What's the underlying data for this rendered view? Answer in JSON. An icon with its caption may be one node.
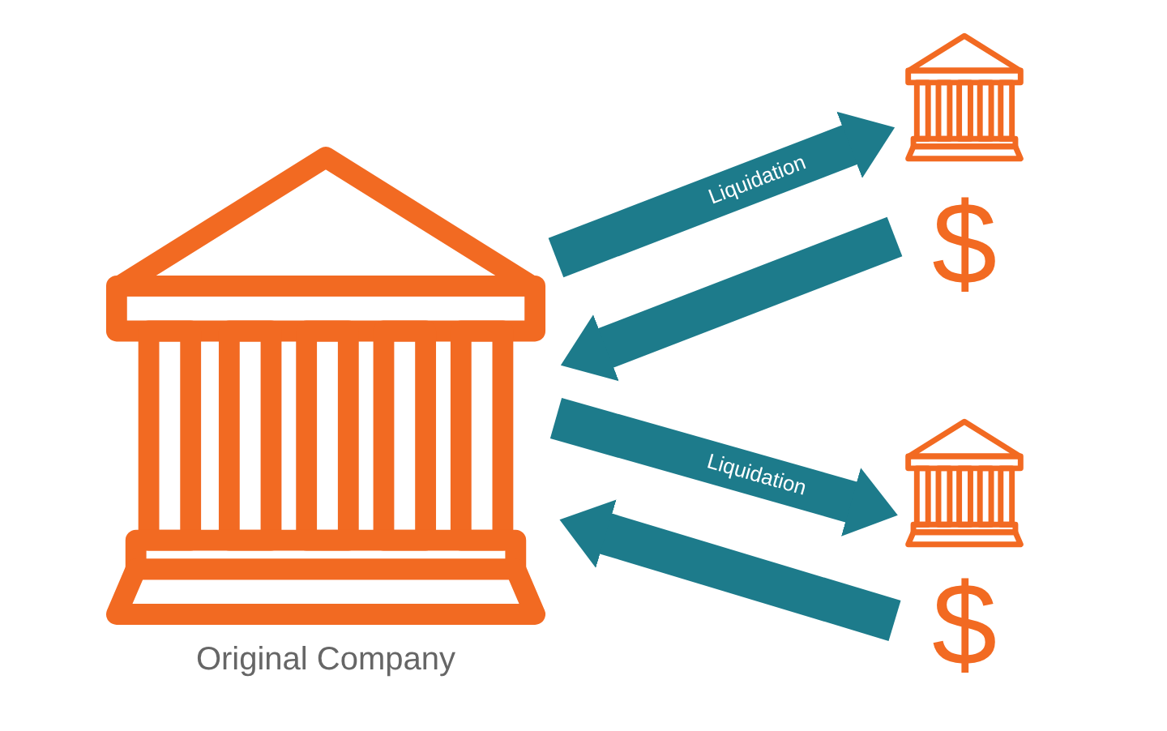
{
  "diagram": {
    "nodes": [
      {
        "text": [
          "Original Company"
        ]
      },
      {
        "text": [],
        "shape": "picture"
      },
      {
        "text": [
          "$"
        ]
      },
      {
        "text": [],
        "shape": "picture"
      },
      {
        "text": [
          "$"
        ]
      }
    ],
    "edges": [
      {
        "from": 0,
        "to": 1,
        "arrow": "to",
        "label": "Liquidation"
      },
      {
        "from": 2,
        "to": 0,
        "arrow": "to"
      },
      {
        "from": 0,
        "to": 3,
        "arrow": "to",
        "label": "Liquidation"
      },
      {
        "from": 4,
        "to": 0,
        "arrow": "to"
      }
    ]
  }
}
